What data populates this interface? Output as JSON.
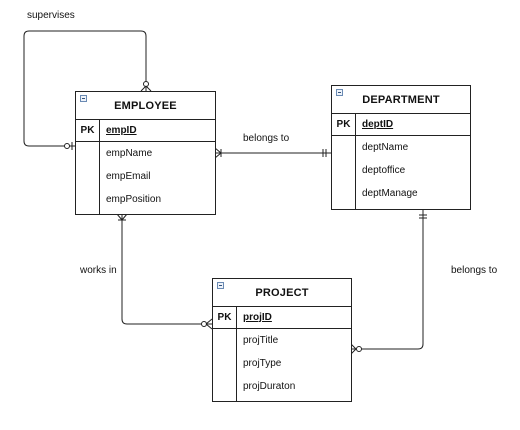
{
  "entities": {
    "employee": {
      "title": "EMPLOYEE",
      "pk_label": "PK",
      "pk_field": "empID",
      "attributes": [
        "empName",
        "empEmail",
        "empPosition"
      ]
    },
    "department": {
      "title": "DEPARTMENT",
      "pk_label": "PK",
      "pk_field": "deptID",
      "attributes": [
        "deptName",
        "deptoffice",
        "deptManage"
      ]
    },
    "project": {
      "title": "PROJECT",
      "pk_label": "PK",
      "pk_field": "projID",
      "attributes": [
        "projTitle",
        "projType",
        "projDuraton"
      ]
    }
  },
  "relationships": {
    "supervises": "supervises",
    "emp_dept": "belongs to",
    "emp_proj": "works in",
    "proj_dept": "belongs to"
  }
}
